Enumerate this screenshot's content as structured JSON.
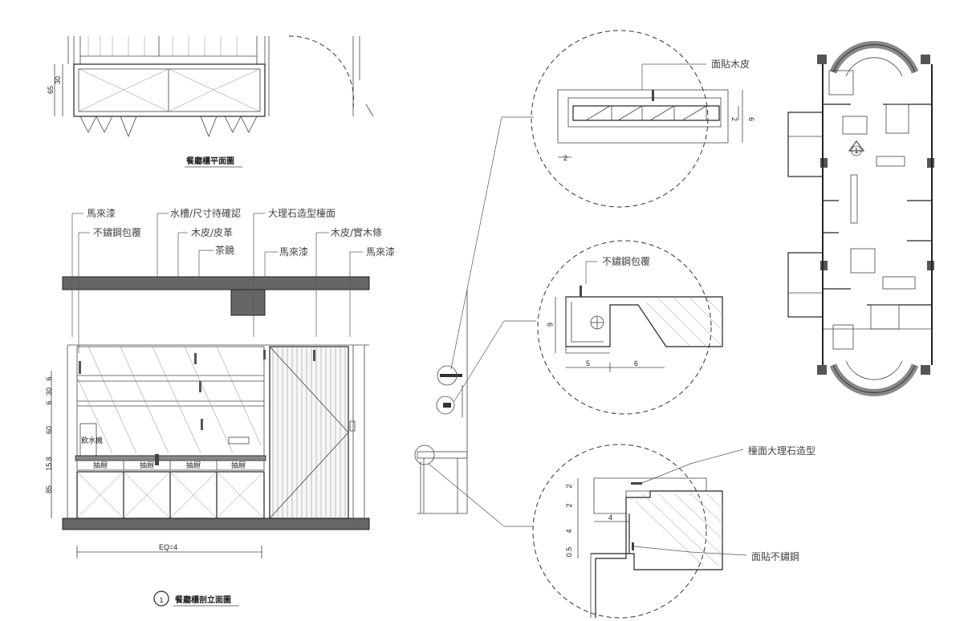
{
  "plan": {
    "title": "餐廳櫃平面圖",
    "dims": [
      "65",
      "30"
    ]
  },
  "elevation": {
    "title": "餐廳櫃剖立面圖",
    "number": "1",
    "callouts": {
      "c1": "馬來漆",
      "c2": "不鏽鋼包覆",
      "c3": "水槽/尺寸待確認",
      "c4": "大理石造型檯面",
      "c5": "木皮/皮革",
      "c6": "木皮/實木條",
      "c7": "茶鏡",
      "c8": "馬來漆",
      "c9": "馬來漆"
    },
    "dims": [
      "6",
      "30",
      "6",
      "60",
      "15.8",
      "85"
    ],
    "bottom_dim": "EQ=4",
    "inner_labels": {
      "water": "飲水機",
      "drawer1": "抽屜",
      "drawer2": "抽屜",
      "drawer3": "抽屜",
      "drawer4": "抽屜"
    }
  },
  "details": {
    "top": {
      "callout": "面貼木皮",
      "dims": [
        "2",
        "6",
        "2"
      ]
    },
    "middle": {
      "callout": "不鏽鋼包覆",
      "dims": [
        "6",
        "5",
        "6"
      ]
    },
    "bottom": {
      "callout1": "檯面大理石造型",
      "callout2": "面貼不鏽鋼",
      "dims": [
        "2",
        "2",
        "4",
        "0.5",
        "4"
      ]
    }
  },
  "keyplan": {
    "marker": "1"
  }
}
